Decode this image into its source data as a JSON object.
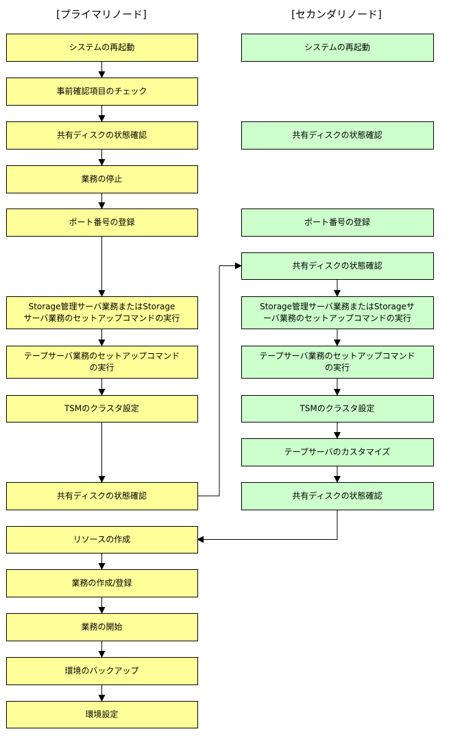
{
  "headers": {
    "primary": "[プライマリノード]",
    "secondary": "[セカンダリノード]"
  },
  "colors": {
    "primary_fill": "#ffff99",
    "secondary_fill": "#ccffcc",
    "border": "#000000"
  },
  "primary_steps": [
    {
      "id": "p1",
      "lines": [
        "システムの再起動"
      ]
    },
    {
      "id": "p2",
      "lines": [
        "事前確認項目のチェック"
      ]
    },
    {
      "id": "p3",
      "lines": [
        "共有ディスクの状態確認"
      ]
    },
    {
      "id": "p4",
      "lines": [
        "業務の停止"
      ]
    },
    {
      "id": "p5",
      "lines": [
        "ポート番号の登録"
      ]
    },
    {
      "id": "p6",
      "lines": [
        "Storage管理サーバ業務またはStorage",
        "サーバ業務のセットアップコマンドの実行"
      ]
    },
    {
      "id": "p7",
      "lines": [
        "テープサーバ業務のセットアップコマンド",
        "の実行"
      ]
    },
    {
      "id": "p8",
      "lines": [
        "TSMのクラスタ設定"
      ]
    },
    {
      "id": "p9",
      "lines": [
        "共有ディスクの状態確認"
      ]
    },
    {
      "id": "p10",
      "lines": [
        "リソースの作成"
      ]
    },
    {
      "id": "p11",
      "lines": [
        "業務の作成/登録"
      ]
    },
    {
      "id": "p12",
      "lines": [
        "業務の開始"
      ]
    },
    {
      "id": "p13",
      "lines": [
        "環境のバックアップ"
      ]
    },
    {
      "id": "p14",
      "lines": [
        "環境設定"
      ]
    }
  ],
  "secondary_steps": [
    {
      "id": "s1",
      "lines": [
        "システムの再起動"
      ]
    },
    {
      "id": "s2",
      "lines": [
        "共有ディスクの状態確認"
      ]
    },
    {
      "id": "s3",
      "lines": [
        "ポート番号の登録"
      ]
    },
    {
      "id": "s4",
      "lines": [
        "共有ディスクの状態確認"
      ]
    },
    {
      "id": "s5",
      "lines": [
        "Storage管理サーバ業務またはStorageサ",
        "ーバ業務のセットアップコマンドの実行"
      ]
    },
    {
      "id": "s6",
      "lines": [
        "テープサーバ業務のセットアップコマンド",
        "の実行"
      ]
    },
    {
      "id": "s7",
      "lines": [
        "TSMのクラスタ設定"
      ]
    },
    {
      "id": "s8",
      "lines": [
        "テープサーバのカスタマイズ"
      ]
    },
    {
      "id": "s9",
      "lines": [
        "共有ディスクの状態確認"
      ]
    }
  ],
  "edges": [
    {
      "from": "p1",
      "to": "p2"
    },
    {
      "from": "p2",
      "to": "p3"
    },
    {
      "from": "p3",
      "to": "p4"
    },
    {
      "from": "p4",
      "to": "p5"
    },
    {
      "from": "p5",
      "to": "p6"
    },
    {
      "from": "p6",
      "to": "p7"
    },
    {
      "from": "p7",
      "to": "p8"
    },
    {
      "from": "p8",
      "to": "p9"
    },
    {
      "from": "p9",
      "to": "s4"
    },
    {
      "from": "s4",
      "to": "s5"
    },
    {
      "from": "s5",
      "to": "s6"
    },
    {
      "from": "s6",
      "to": "s7"
    },
    {
      "from": "s7",
      "to": "s8"
    },
    {
      "from": "s8",
      "to": "s9"
    },
    {
      "from": "s9",
      "to": "p10"
    },
    {
      "from": "p10",
      "to": "p11"
    },
    {
      "from": "p11",
      "to": "p12"
    },
    {
      "from": "p12",
      "to": "p13"
    },
    {
      "from": "p13",
      "to": "p14"
    }
  ]
}
